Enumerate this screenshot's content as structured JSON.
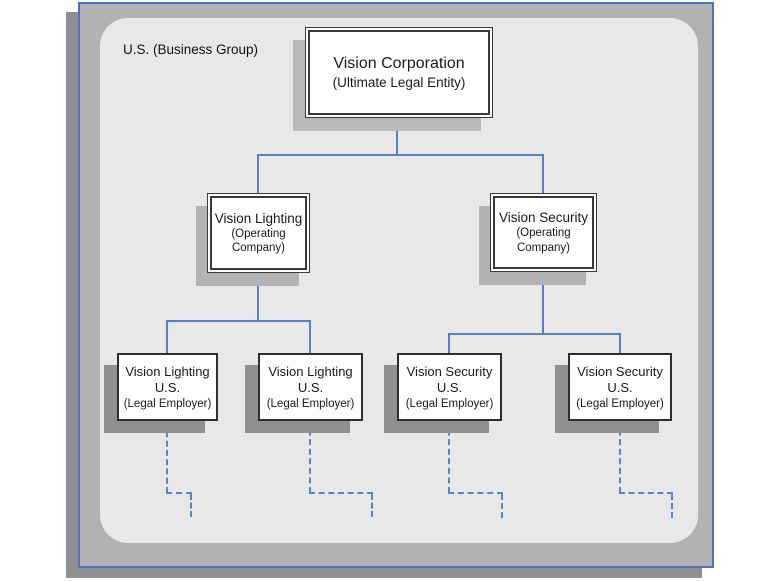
{
  "diagram": {
    "group_label": "U.S. (Business Group)",
    "nodes": {
      "root": {
        "title": "Vision Corporation",
        "subtitle": "(Ultimate Legal Entity)"
      },
      "lighting": {
        "title": "Vision Lighting",
        "subtitle": "(Operating Company)"
      },
      "security": {
        "title": "Vision Security",
        "subtitle": "(Operating Company)"
      },
      "lighting_us_1": {
        "title": "Vision Lighting U.S.",
        "subtitle": "(Legal Employer)"
      },
      "lighting_us_2": {
        "title": "Vision Lighting U.S.",
        "subtitle": "(Legal Employer)"
      },
      "security_us_1": {
        "title": "Vision Security U.S.",
        "subtitle": "(Legal Employer)"
      },
      "security_us_2": {
        "title": "Vision Security U.S.",
        "subtitle": "(Legal Employer)"
      }
    },
    "colors": {
      "connector_blue": "#567fc8",
      "frame_border_blue": "#4a73c2",
      "frame_fill_gray": "#b2b2b2",
      "panel_fill_gray": "#e8e8e8",
      "box_border_dark": "#2e2e2e",
      "box_fill": "#ffffff",
      "frame_shadow_gray": "#8f8f8f",
      "box_shadow_gray": "#b3b3b3"
    }
  }
}
